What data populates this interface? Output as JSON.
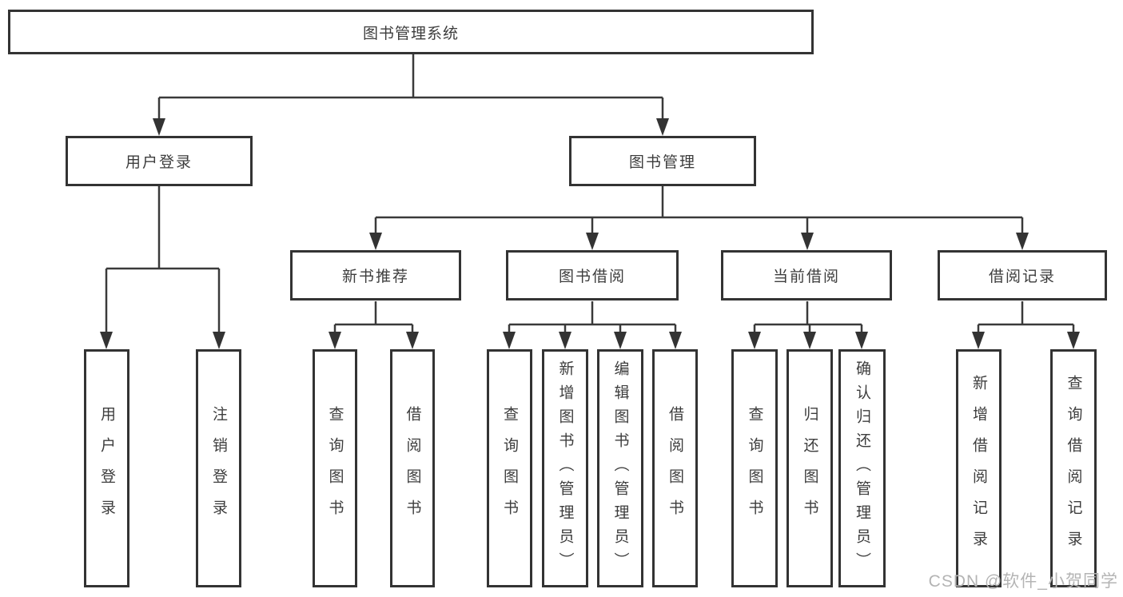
{
  "tree": {
    "root": "图书管理系统",
    "children": [
      {
        "label": "用户登录",
        "children": [
          "用户登录",
          "注销登录"
        ]
      },
      {
        "label": "图书管理",
        "children": [
          {
            "label": "新书推荐",
            "children": [
              "查询图书",
              "借阅图书"
            ]
          },
          {
            "label": "图书借阅",
            "children": [
              "查询图书",
              "新增图书（管理员）",
              "编辑图书（管理员）",
              "借阅图书"
            ]
          },
          {
            "label": "当前借阅",
            "children": [
              "查询图书",
              "归还图书",
              "确认归还（管理员）"
            ]
          },
          {
            "label": "借阅记录",
            "children": [
              "新增借阅记录",
              "查询借阅记录"
            ]
          }
        ]
      }
    ]
  },
  "watermark": {
    "text": "CSDN @软件_小贺同学"
  },
  "colors": {
    "box_border": "#333333",
    "connector_line": "#3a3a3a",
    "text": "#3d3d3d",
    "watermark": "#b4b4b4",
    "background": "#ffffff"
  }
}
